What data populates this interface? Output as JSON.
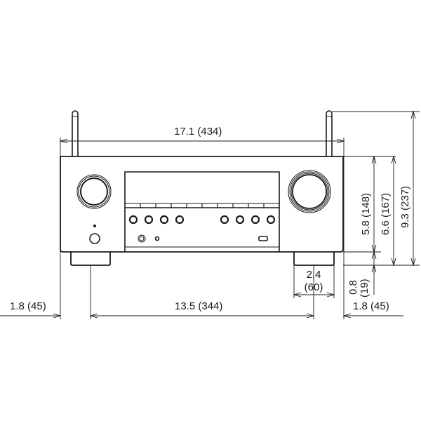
{
  "diagram": {
    "subject": "AV receiver front view dimensions",
    "units_note": "inches (millimeters)",
    "dimensions": {
      "overall_width": "17.1 (434)",
      "left_overhang": "1.8 (45)",
      "foot_spacing": "13.5 (344)",
      "right_overhang": "1.8 (45)",
      "foot_width_line1": "2.4",
      "foot_width_line2": "(60)",
      "foot_height_line1": "0.8",
      "foot_height_line2": "(19)",
      "body_height": "5.8 (148)",
      "height_with_feet": "6.6 (167)",
      "height_with_antennas": "9.3 (237)"
    },
    "front_panel": {
      "left_knob": "source-select-knob",
      "right_knob": "volume-knob",
      "buttons_left_count": 4,
      "buttons_right_count": 4,
      "power_button": "power-button",
      "headphone_jack": "headphone-jack",
      "mic_jack": "setup-mic-jack",
      "usb_port": "usb-port"
    },
    "colors": {
      "line": "#1a1a1a",
      "background": "#ffffff"
    }
  }
}
